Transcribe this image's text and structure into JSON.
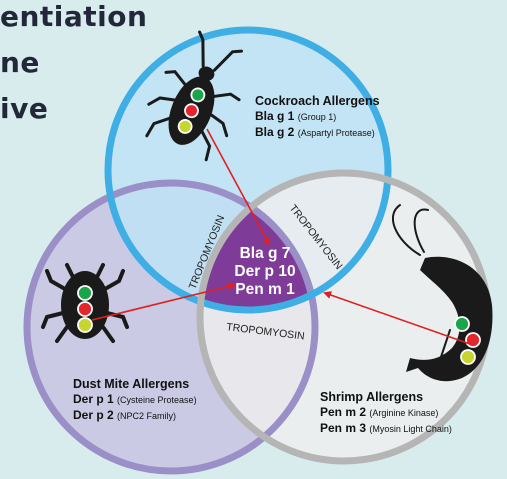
{
  "heading_lines": [
    "entiation",
    "ne",
    "ive"
  ],
  "cockroach": {
    "title": "Cockroach Allergens",
    "items": [
      {
        "name": "Bla g 1",
        "desc": "(Group 1)"
      },
      {
        "name": "Bla g 2",
        "desc": "(Aspartyl Protease)"
      }
    ]
  },
  "dust_mite": {
    "title": "Dust Mite Allergens",
    "items": [
      {
        "name": "Der p 1",
        "desc": "(Cysteine Protease)"
      },
      {
        "name": "Der p 2",
        "desc": "(NPC2 Family)"
      }
    ]
  },
  "shrimp": {
    "title": "Shrimp Allergens",
    "items": [
      {
        "name": "Pen m 2",
        "desc": "(Arginine Kinase)"
      },
      {
        "name": "Pen m 3",
        "desc": "(Myosin Light Chain)"
      }
    ]
  },
  "center": [
    "Bla g 7",
    "Der p 10",
    "Pen m 1"
  ],
  "tropomyosin": "TROPOMYOSIN",
  "colors": {
    "cockroach_circle": "#bfe3f6",
    "cockroach_ring": "#3eaee4",
    "dust_mite_circle": "#c9c4e2",
    "dust_mite_ring": "#9b8fc7",
    "shrimp_circle": "#eeeeee",
    "shrimp_ring": "#b5b5b5",
    "center": "#7e3b97",
    "arrow": "#e02020",
    "light_green": "#1ba54b",
    "light_red": "#e3262b",
    "light_yellow": "#c7d530"
  }
}
